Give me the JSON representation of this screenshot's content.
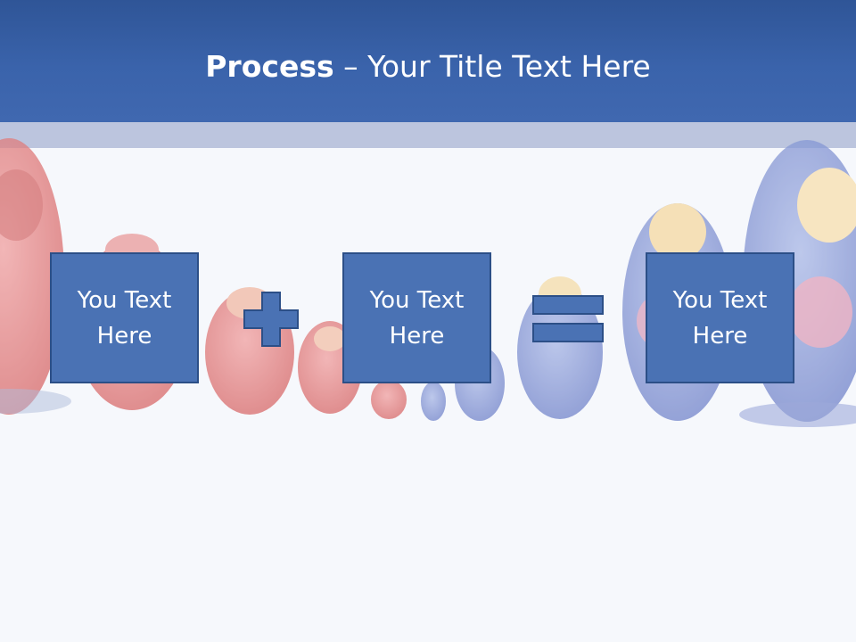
{
  "slide": {
    "title_bold": "Process",
    "title_rest": " – Your Title Text Here",
    "boxes": [
      {
        "line1": "You Text",
        "line2": "Here"
      },
      {
        "line1": "You Text",
        "line2": "Here"
      },
      {
        "line1": "You Text",
        "line2": "Here"
      }
    ],
    "operators": [
      "plus-icon",
      "equals-icon"
    ]
  },
  "colors": {
    "header": "#3a63ab",
    "band": "#bcc5de",
    "box_fill": "#4a72b4",
    "box_border": "#2c4f87",
    "background": "#f6f8fc"
  }
}
